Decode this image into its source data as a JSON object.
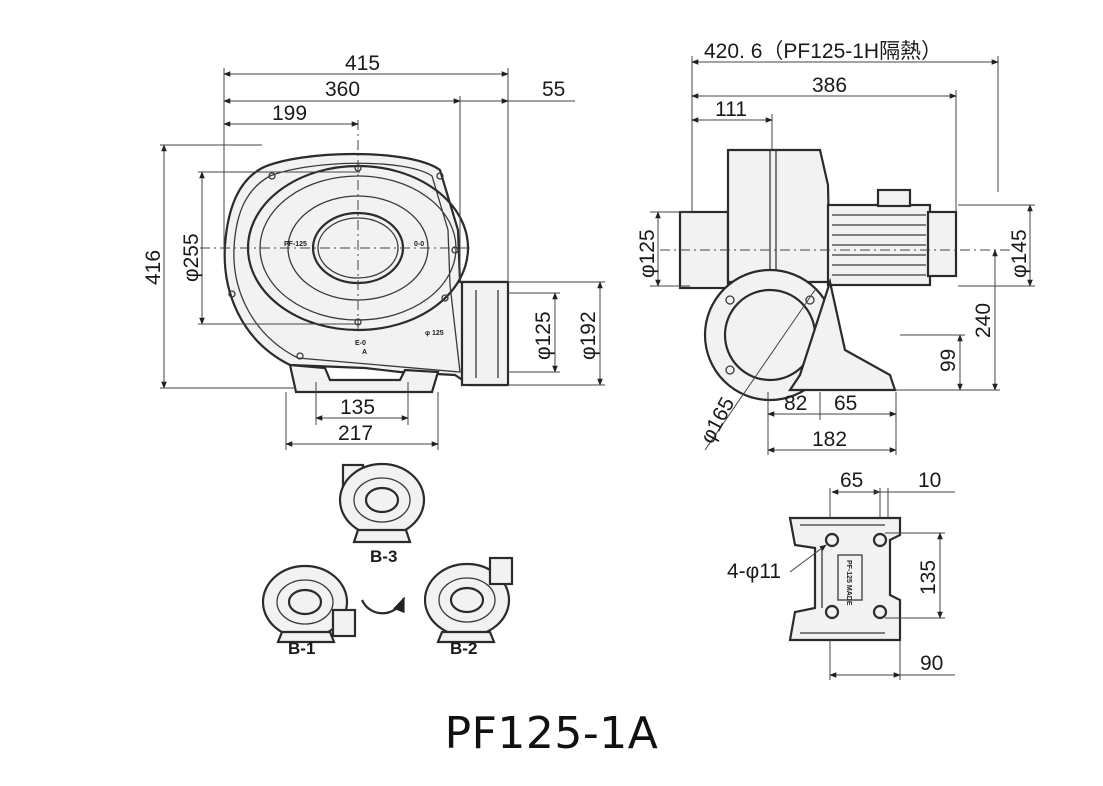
{
  "model": "PF125-1A",
  "front_view": {
    "dims": {
      "overall_width": "415",
      "width": "360",
      "outlet_offset": "55",
      "center_offset": "199",
      "height": "416",
      "inlet_diameter": "φ255",
      "outlet_inner": "φ125",
      "outlet_flange": "φ192",
      "base_inner": "135",
      "base_outer": "217"
    },
    "labels": {
      "plate_left": "PF-125",
      "plate_right": "0-0",
      "plate_bottom": "φ 125",
      "orientation": "E-0",
      "orientation_sub": "A"
    }
  },
  "side_view": {
    "dims": {
      "overall_length": "420. 6（PF125-1H隔熱）",
      "length": "386",
      "inlet_offset": "111",
      "inlet_diameter": "φ125",
      "motor_diameter": "φ145",
      "outlet_pcd": "φ165",
      "height": "240",
      "axis_height": "99",
      "base_a": "82",
      "base_b": "65",
      "base_length": "182"
    }
  },
  "base_view": {
    "dims": {
      "width_a": "65",
      "width_b": "10",
      "holes": "4-φ11",
      "hole_pitch": "135",
      "depth": "90"
    },
    "labels": {
      "plate": "PF-125 MADE"
    }
  },
  "orientations": {
    "b3": "B-3",
    "b1": "B-1",
    "b2": "B-2"
  }
}
